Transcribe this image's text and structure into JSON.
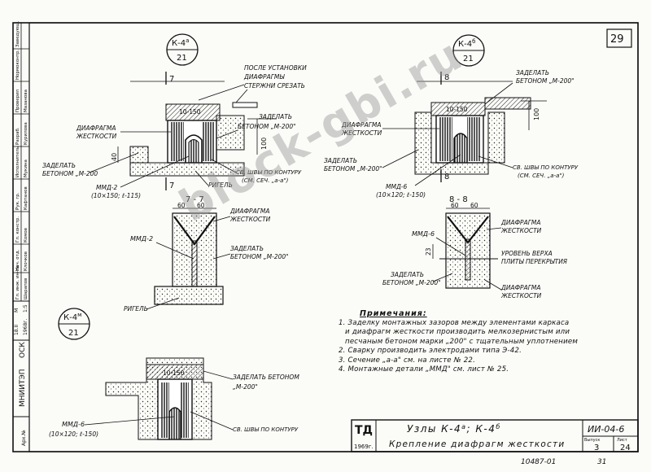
{
  "sheet": {
    "page_number": "29",
    "org": "МНИИТЭП",
    "org_dept": "ОСК",
    "inv_label": "Арх.№",
    "year_stamp": "1968г.",
    "drawing_bottom": "10487-01",
    "sheet_bottom_num": "31",
    "watermark": "block-gbi.ru"
  },
  "left_strip": {
    "rows": [
      {
        "role": "Гл. инж. ин-та",
        "name": "Шарапов"
      },
      {
        "role": "Нач. отд.",
        "name": "Клочков"
      },
      {
        "role": "Гл. констр.",
        "name": "Комов"
      },
      {
        "role": "Рук. гр.",
        "name": "Кафтанов"
      },
      {
        "role": "Исполнитель",
        "name": "Мукина"
      },
      {
        "role": "Разраб.",
        "name": "Курилова"
      },
      {
        "role": "Проверил",
        "name": "Мазанова"
      }
    ],
    "check_label": "Нормоконтр.",
    "chief_label": "Заведующ.",
    "date1": "18.II",
    "scale": "1:5",
    "scale_label": "М"
  },
  "node_k4a": {
    "node_label": "К-4",
    "node_sup": "а",
    "sheet_ref": "21",
    "cut_label": "7",
    "callouts": {
      "after_install": "ПОСЛЕ УСТАНОВКИ",
      "diaphragm_rods": "ДИАФРАГМЫ",
      "cut_rods": "СТЕРЖНИ СРЕЗАТЬ",
      "embed": "ЗАДЕЛАТЬ",
      "concrete": "БЕТОНОМ „М-200\"",
      "diaphragm": "ДИАФРАГМА",
      "stiffness": "ЖЕСТКОСТИ",
      "embed2": "ЗАДЕЛАТЬ",
      "concrete2": "БЕТОНОМ „М-200",
      "weld": "СВ. ШВЫ ПО КОНТУРУ",
      "section_ref": "(СМ. СЕЧ. „а-а\")",
      "beam": "РИГЕЛЬ",
      "mmd": "ММД-2",
      "mmd_size": "(10×150; ℓ-115)",
      "dim_top": "10-150",
      "dim_100": "100",
      "dim_40": "40"
    }
  },
  "node_k4b": {
    "node_label": "К-4",
    "node_sup": "б",
    "sheet_ref": "21",
    "cut_label": "8",
    "callouts": {
      "embed": "ЗАДЕЛАТЬ",
      "concrete": "БЕТОНОМ „М-200\"",
      "diaphragm": "ДИАФРАГМА",
      "stiffness": "ЖЕСТКОСТИ",
      "embed2": "ЗАДЕЛАТЬ",
      "concrete2": "БЕТОНОМ „М-200\"",
      "weld": "СВ. ШВЫ ПО КОНТУРУ",
      "section_ref": "(СМ. СЕЧ. „а-а\")",
      "mmd": "ММД-6",
      "mmd_size": "(10×120; ℓ-150)",
      "dim_top": "10-150",
      "dim_100": "100"
    }
  },
  "section_77": {
    "title": "7 - 7",
    "dim_60a": "60",
    "dim_60b": "60",
    "diaphragm": "ДИАФРАГМА",
    "stiffness": "ЖЕСТКОСТИ",
    "mmd": "ММД-2",
    "embed": "ЗАДЕЛАТЬ",
    "concrete": "БЕТОНОМ „М-200\"",
    "beam": "РИГЕЛЬ"
  },
  "section_88": {
    "title": "8 - 8",
    "dim_60a": "60",
    "dim_60b": "60",
    "mmd": "ММД-6",
    "dim_23": "23",
    "diaphragm": "ДИАФРАГМА",
    "stiffness": "ЖЕСТКОСТИ",
    "slab_level1": "УРОВЕНЬ ВЕРХА",
    "slab_level2": "ПЛИТЫ ПЕРЕКРЫТИЯ",
    "embed": "ЗАДЕЛАТЬ",
    "concrete": "БЕТОНОМ „М-200\"",
    "diaphragm2": "ДИАФРАГМА",
    "stiffness2": "ЖЕСТКОСТИ"
  },
  "node_k4m": {
    "node_label": "К-4",
    "node_sup": "м",
    "sheet_ref": "21",
    "embed": "ЗАДЕЛАТЬ БЕТОНОМ",
    "concrete": "„М-200\"",
    "weld": "СВ. ШВЫ ПО КОНТУРУ",
    "mmd": "ММД-6",
    "mmd_size": "(10×120; ℓ-150)",
    "dim_top": "10-150"
  },
  "notes": {
    "title": "Примечания:",
    "lines": [
      "1. Заделку монтажных зазоров между элементами каркаса",
      "и диафрагм жесткости производить мелкозернистым или",
      "песчаным бетоном марки „200\" с тщательным уплотнением",
      "2. Сварку производить электродами типа Э-42.",
      "3. Сечение „а-а\" см. на листе № 22.",
      "4. Монтажные детали „ММД\" см. лист № 25."
    ]
  },
  "title_block": {
    "logo": "ТД",
    "year": "1969г.",
    "title1": "Узлы К-4",
    "title1_sup": "а",
    "title1b": "; К-4",
    "title1b_sup": "б",
    "title2": "Крепление диафрагм жесткости",
    "code": "ИИ-04-6",
    "issue_label": "Выпуск",
    "sheet_label": "Лист",
    "issue": "3",
    "sheet": "24"
  }
}
